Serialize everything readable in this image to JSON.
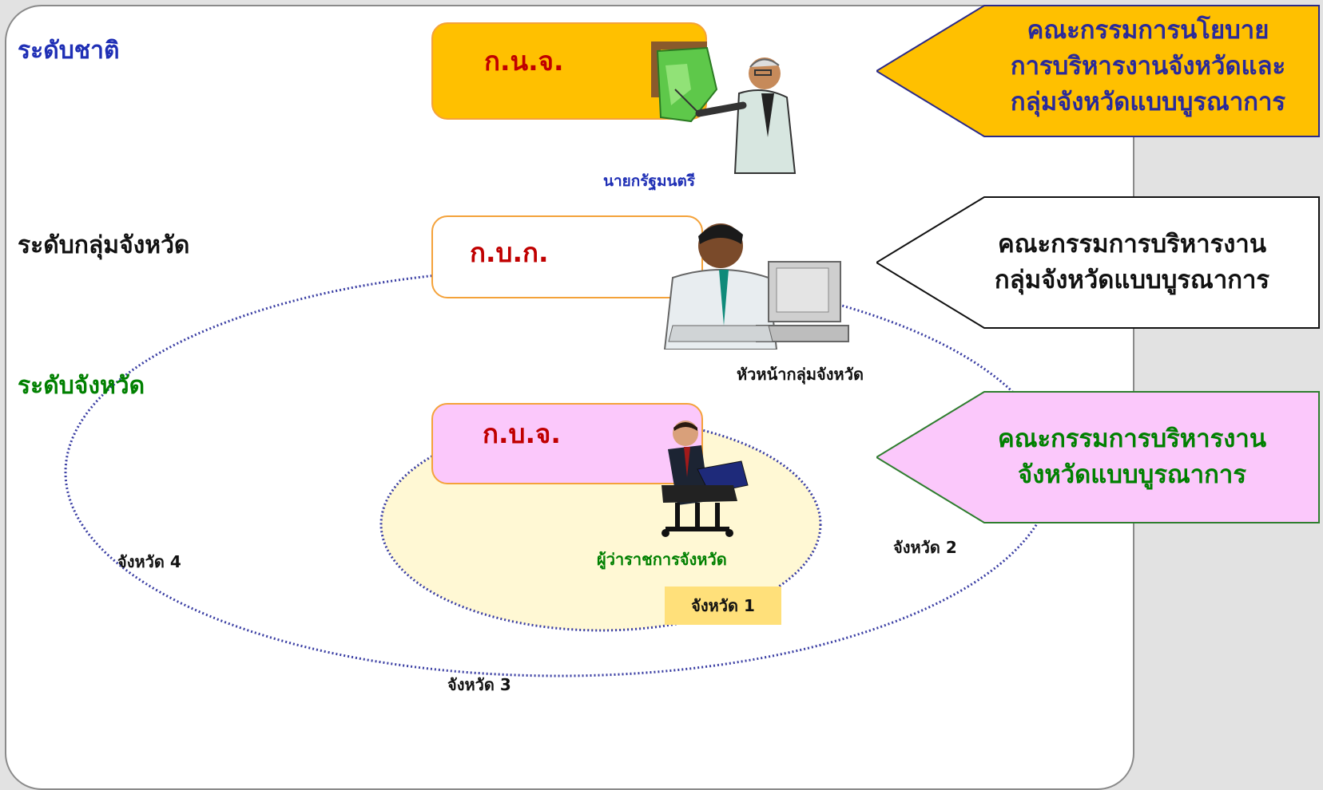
{
  "levels": {
    "national": "ระดับชาติ",
    "cluster": "ระดับกลุ่มจังหวัด",
    "province": "ระดับจังหวัด"
  },
  "committees": {
    "knj": "ก.น.จ.",
    "kbk": "ก.บ.ก.",
    "kbj": "ก.บ.จ."
  },
  "people": {
    "prime_minister": "นายกรัฐมนตรี",
    "cluster_head": "หัวหน้ากลุ่มจังหวัด",
    "governor": "ผู้ว่าราชการจังหวัด"
  },
  "provinces": {
    "p1": "จังหวัด 1",
    "p2": "จังหวัด 2",
    "p3": "จังหวัด 3",
    "p4": "จังหวัด 4"
  },
  "callouts": {
    "national": [
      "คณะกรรมการนโยบาย",
      "การบริหารงานจังหวัดและ",
      "กลุ่มจังหวัดแบบบูรณาการ"
    ],
    "cluster": [
      "คณะกรรมการบริหารงาน",
      "กลุ่มจังหวัดแบบบูรณาการ"
    ],
    "province": [
      "คณะกรรมการบริหารงาน",
      "จังหวัดแบบบูรณาการ"
    ]
  },
  "icons": [
    "presenter-icon",
    "computer-worker-icon",
    "laptop-man-icon"
  ],
  "colors": {
    "national_level": "#1f2fb5",
    "cluster_level": "#111111",
    "province_level": "#008000",
    "committee_text": "#c00000",
    "knj_fill": "#ffc000",
    "kbk_fill": "#ffffff",
    "kbj_fill": "#fbc8fb",
    "callout_national_fill": "#ffc000",
    "callout_province_fill": "#fbc8fb",
    "inner_ellipse_fill": "#fff8d4",
    "province1_tag_fill": "#ffe07a",
    "dots": "#3a3ea3"
  }
}
